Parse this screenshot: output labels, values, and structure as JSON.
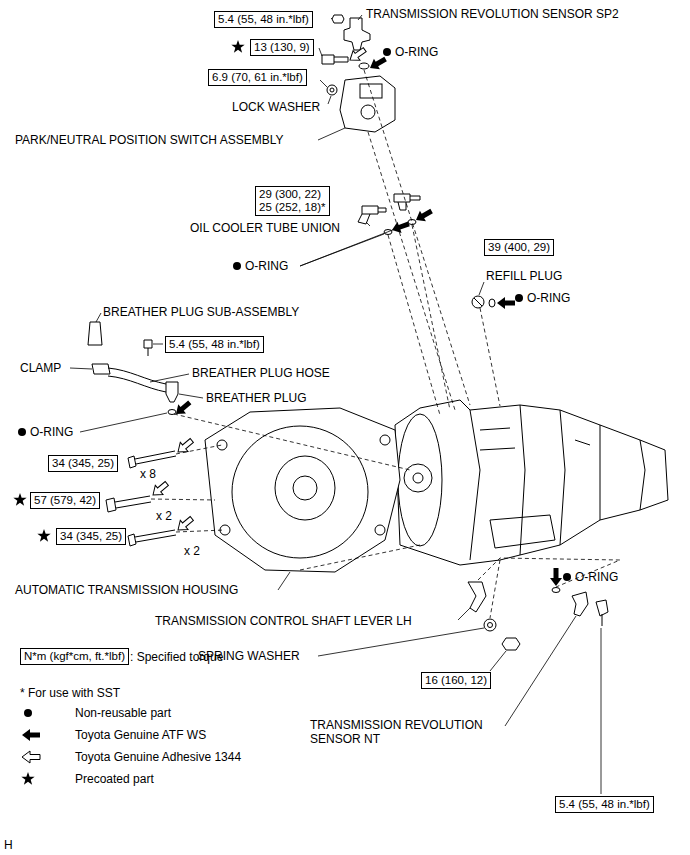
{
  "diagram": {
    "nodes": [
      {
        "text": [
          "5.4 (55, 48 in.*lbf)"
        ]
      },
      {
        "text": [
          "13 (130, 9)"
        ]
      },
      {
        "text": [
          "6.9 (70, 61 in.*lbf)"
        ]
      },
      {
        "text": [
          "29 (300, 22)",
          "25 (252, 18)*"
        ]
      },
      {
        "text": [
          "39 (400, 29)"
        ]
      },
      {
        "text": [
          "5.4 (55, 48 in.*lbf)"
        ]
      },
      {
        "text": [
          "34 (345, 25)"
        ]
      },
      {
        "text": [
          "57 (579, 42)"
        ]
      },
      {
        "text": [
          "34 (345, 25)"
        ]
      },
      {
        "text": [
          "16 (160, 12)"
        ]
      },
      {
        "text": [
          "5.4 (55, 48 in.*lbf)"
        ]
      },
      {
        "text": [
          "N*m (kgf*cm, ft.*lbf)"
        ]
      }
    ],
    "labels": [
      "TRANSMISSION REVOLUTION SENSOR SP2",
      "O-RING",
      "LOCK WASHER",
      "PARK/NEUTRAL POSITION SWITCH ASSEMBLY",
      "OIL COOLER TUBE UNION",
      "O-RING",
      "REFILL PLUG",
      "O-RING",
      "BREATHER PLUG SUB-ASSEMBLY",
      "CLAMP",
      "BREATHER PLUG HOSE",
      "BREATHER PLUG",
      "O-RING",
      "x 8",
      "x 2",
      "x 2",
      "AUTOMATIC TRANSMISSION HOUSING",
      "TRANSMISSION CONTROL SHAFT LEVER LH",
      "O-RING",
      "SPRING WASHER",
      "TRANSMISSION REVOLUTION SENSOR NT",
      "* For use with SST",
      "H"
    ],
    "legend": [
      {
        "text": ": Specified torque"
      },
      {
        "text": "Non-reusable part"
      },
      {
        "text": "Toyota Genuine ATF WS"
      },
      {
        "text": "Toyota Genuine Adhesive 1344"
      },
      {
        "text": "Precoated part"
      }
    ]
  }
}
